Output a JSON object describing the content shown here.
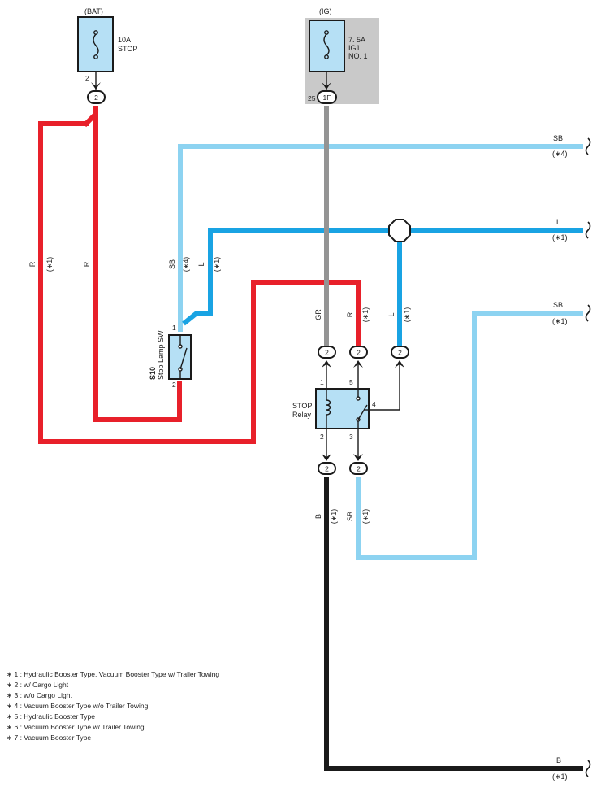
{
  "colors": {
    "red": "#e8202a",
    "light_blue": "#8dd3f1",
    "blue": "#19a3e3",
    "gray": "#949494",
    "black": "#1a1a1a",
    "fuse_box": "#b6e0f5",
    "ig_shade": "#c9c9c9"
  },
  "fuses": {
    "bat": {
      "source": "(BAT)",
      "rating": "10A",
      "name": "STOP",
      "pin": "2",
      "connector": "2"
    },
    "ig": {
      "source": "(IG)",
      "rating": "7. 5A",
      "name_line1": "IG1",
      "name_line2": "NO. 1",
      "pin": "25",
      "connector": "1F"
    }
  },
  "switch": {
    "code": "S10",
    "name": "Stop Lamp SW",
    "pin_top": "1",
    "pin_bottom": "2",
    "icon": "switch-icon"
  },
  "relay": {
    "name_line1": "STOP",
    "name_line2": "Relay",
    "pins": {
      "p1": "1",
      "p5": "5",
      "p4": "4",
      "p2": "2",
      "p3": "3"
    },
    "connectors": {
      "gr": "2",
      "r": "2",
      "l": "2",
      "b": "2",
      "sb": "2"
    },
    "icons": [
      "coil-icon",
      "switch-icon"
    ]
  },
  "splice": {
    "icon": "splice-icon"
  },
  "wire_labels": {
    "r_left": {
      "color": "R",
      "note": "(∗1)"
    },
    "r_mid": {
      "color": "R"
    },
    "sb_switch": {
      "color": "SB",
      "note": "(∗4)"
    },
    "l_switch": {
      "color": "L",
      "note": "(∗1)"
    },
    "gr": {
      "color": "GR"
    },
    "r_relay": {
      "color": "R",
      "note": "(∗1)"
    },
    "l_relay": {
      "color": "L",
      "note": "(∗1)"
    },
    "b_relay": {
      "color": "B",
      "note": "(∗1)"
    },
    "sb_relay": {
      "color": "SB",
      "note": "(∗1)"
    }
  },
  "outputs": [
    {
      "color": "SB",
      "note": "(∗4)"
    },
    {
      "color": "L",
      "note": "(∗1)"
    },
    {
      "color": "SB",
      "note": "(∗1)"
    },
    {
      "color": "B",
      "note": "(∗1)"
    }
  ],
  "legend": [
    "∗ 1 : Hydraulic Booster Type,  Vacuum Booster Type w/ Trailer Towing",
    "∗ 2 : w/ Cargo Light",
    "∗ 3 : w/o Cargo Light",
    "∗ 4 : Vacuum Booster Type w/o Trailer Towing",
    "∗ 5 : Hydraulic Booster Type",
    "∗ 6 : Vacuum Booster Type w/ Trailer Towing",
    "∗ 7 : Vacuum Booster Type"
  ]
}
